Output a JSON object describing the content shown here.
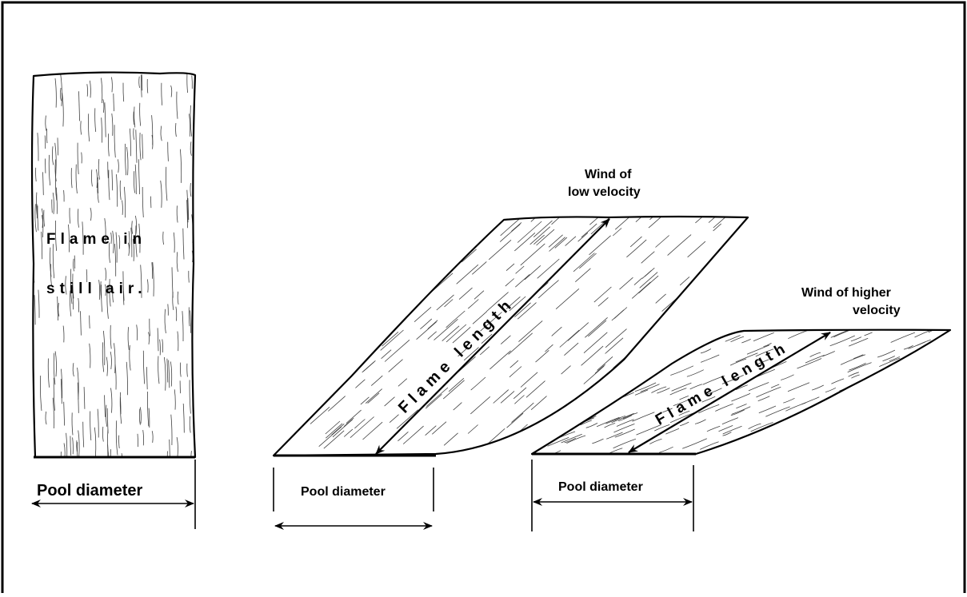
{
  "flames": [
    {
      "id": "still",
      "label_lines": [
        "Flame   in",
        "still   air."
      ],
      "pool_label": "Pool diameter"
    },
    {
      "id": "low",
      "wind_label_lines": [
        "Wind of",
        "low velocity"
      ],
      "length_label": "Flame length",
      "pool_label": "Pool diameter"
    },
    {
      "id": "high",
      "wind_label_lines": [
        "Wind of higher",
        "velocity"
      ],
      "length_label": "Flame length",
      "pool_label": "Pool diameter"
    }
  ],
  "colors": {
    "ink": "#000000",
    "paper": "#ffffff"
  }
}
